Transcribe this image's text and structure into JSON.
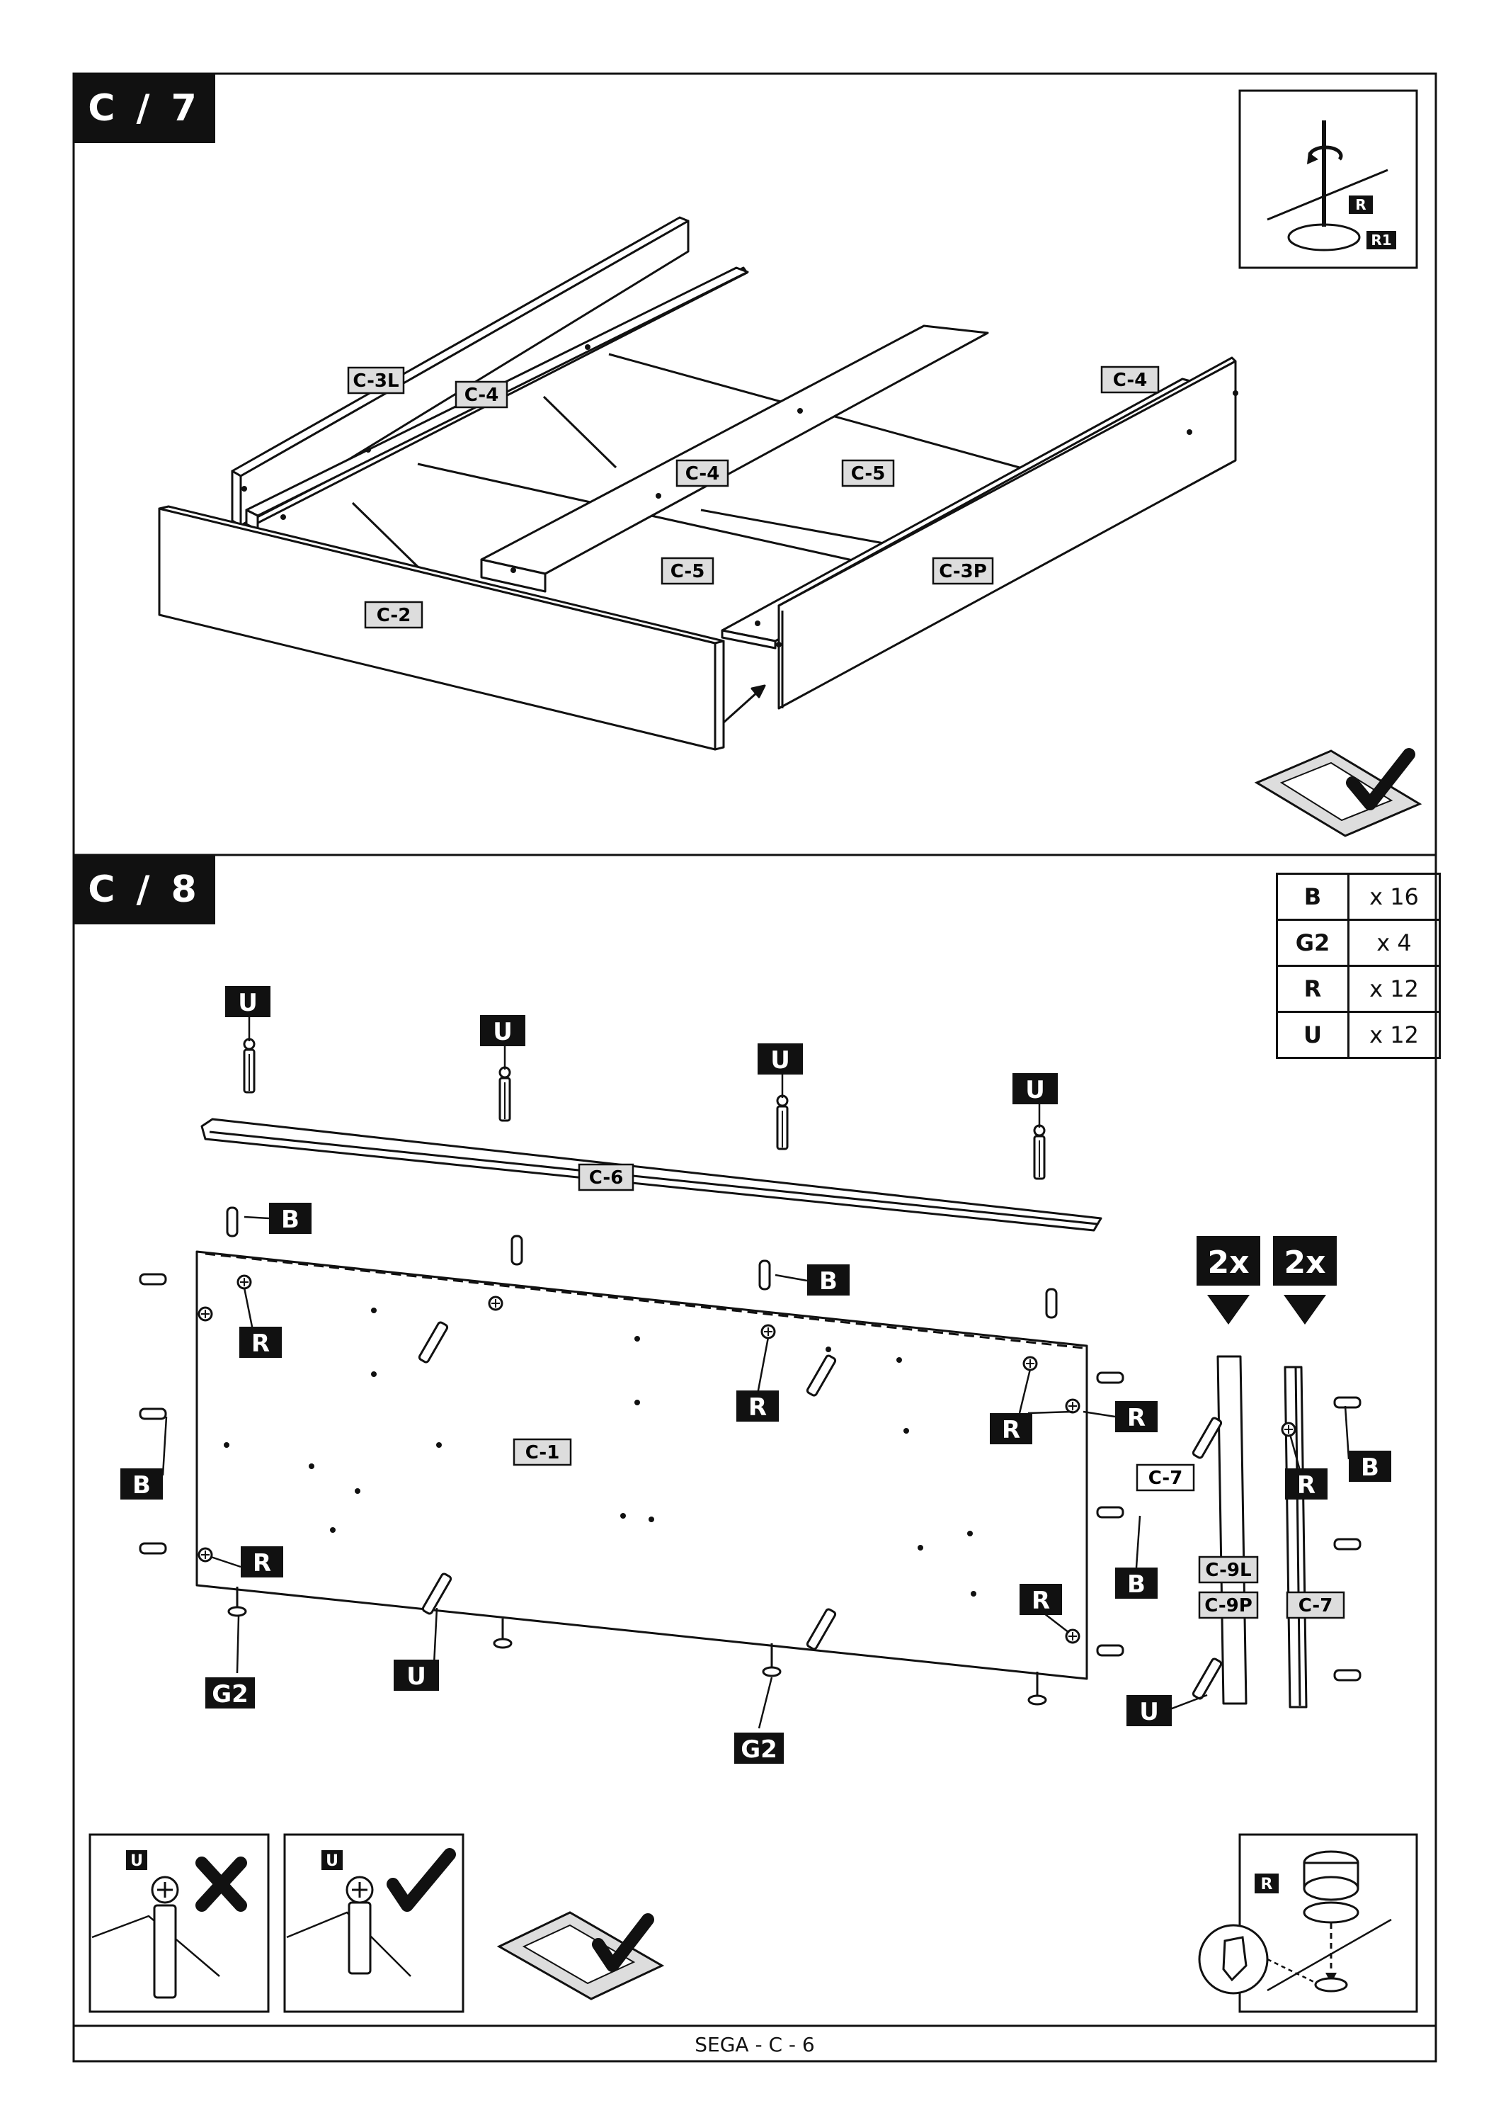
{
  "steps": {
    "c7": {
      "label": "C / 7"
    },
    "c8": {
      "label": "C / 8"
    }
  },
  "parts_c7": [
    {
      "id": "c3l",
      "code": "C-3L"
    },
    {
      "id": "c4a",
      "code": "C-4"
    },
    {
      "id": "c4b",
      "code": "C-4"
    },
    {
      "id": "c4c",
      "code": "C-4"
    },
    {
      "id": "c5a",
      "code": "C-5"
    },
    {
      "id": "c5b",
      "code": "C-5"
    },
    {
      "id": "c3p",
      "code": "C-3P"
    },
    {
      "id": "c2",
      "code": "C-2"
    }
  ],
  "parts_c8": [
    {
      "id": "c6",
      "code": "C-6"
    },
    {
      "id": "c1",
      "code": "C-1"
    },
    {
      "id": "c7a",
      "code": "C-7"
    },
    {
      "id": "c7b",
      "code": "C-7"
    },
    {
      "id": "c9l",
      "code": "C-9L"
    },
    {
      "id": "c9p",
      "code": "C-9P"
    }
  ],
  "hardware_labels": {
    "u": "U",
    "b": "B",
    "r": "R",
    "g2": "G2",
    "r1": "R1"
  },
  "multipliers": [
    "2x",
    "2x"
  ],
  "quantities": [
    {
      "part": "B",
      "count": "x 16"
    },
    {
      "part": "G2",
      "count": "x 4"
    },
    {
      "part": "R",
      "count": "x 12"
    },
    {
      "part": "U",
      "count": "x 12"
    }
  ],
  "icons": [
    "screwdriver-rotate-icon",
    "floor-protection-mat-icon",
    "check-mark-icon",
    "cross-mark-icon",
    "cam-lock-insert-icon"
  ],
  "footer": {
    "text": "SEGA - C - 6"
  }
}
